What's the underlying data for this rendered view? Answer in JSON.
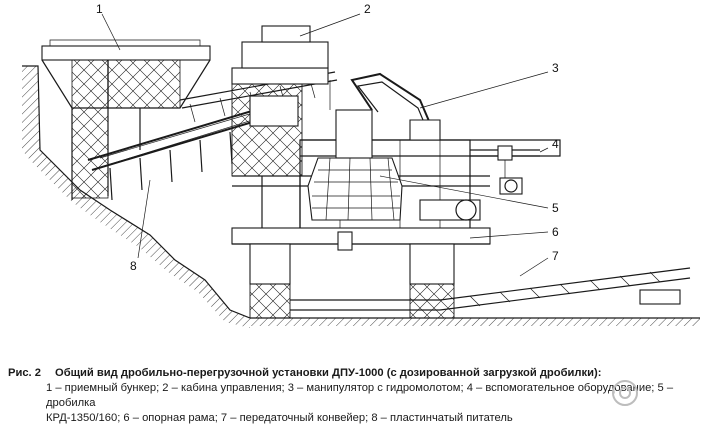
{
  "callouts": [
    "1",
    "2",
    "3",
    "4",
    "5",
    "6",
    "7",
    "8"
  ],
  "caption": {
    "fig_label": "Рис. 2",
    "title": "Общий вид дробильно-перегрузочной установки ДПУ-1000 (с дозированной загрузкой дробилки):",
    "line1": "1 – приемный бункер; 2 – кабина управления; 3 – манипулятор с гидромолотом; 4 – вспомогательное оборудование; 5 – дробилка",
    "line2": "КРД-1350/160; 6 – опорная рама; 7 – передаточный конвейер; 8 – пластинчатый питатель"
  }
}
